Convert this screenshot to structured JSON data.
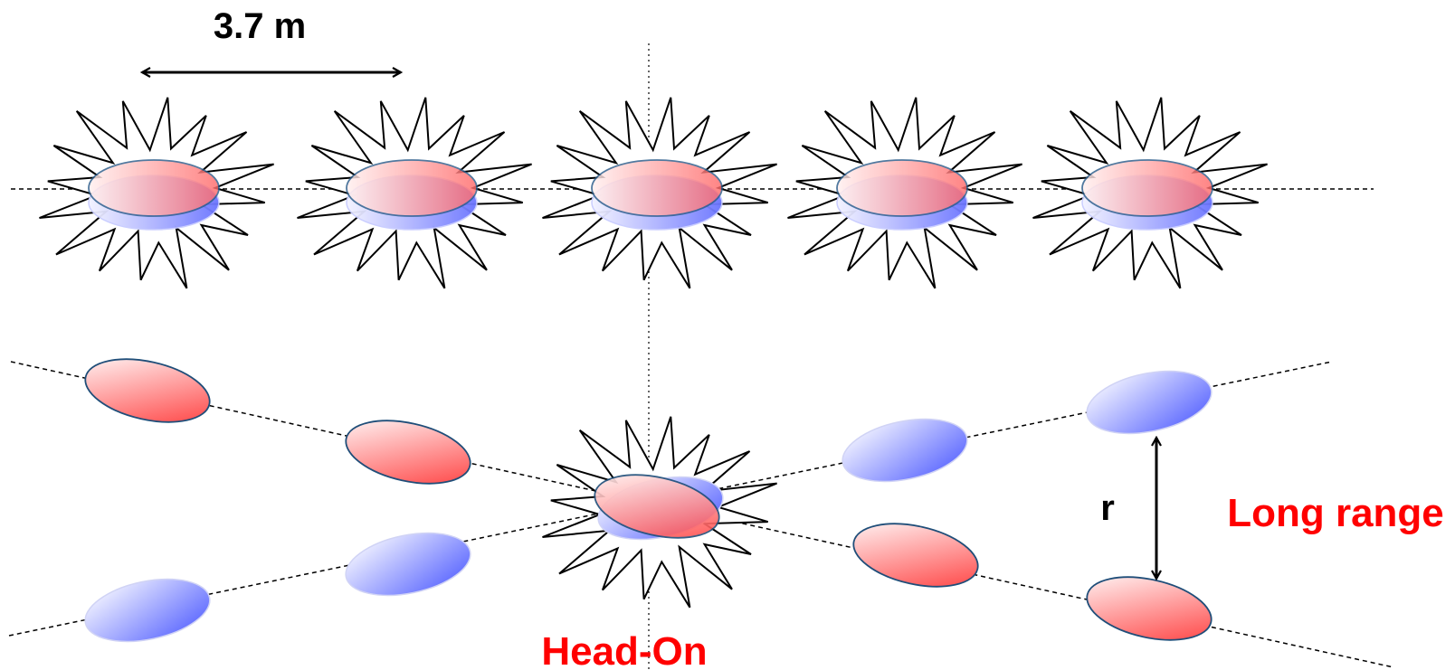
{
  "labels": {
    "spacing": "3.7 m",
    "separation": "r",
    "head_on": "Head-On",
    "long_range": "Long range"
  },
  "colors": {
    "red_bunch": "#ff5555",
    "blue_bunch": "#6677ff",
    "label_red": "#ff0000",
    "outline": "#1f4e79",
    "line": "#000000"
  },
  "icons": {
    "collision_burst": "starburst-icon",
    "spacing_arrow": "double-arrow-icon",
    "separation_arrow": "double-arrow-icon"
  }
}
